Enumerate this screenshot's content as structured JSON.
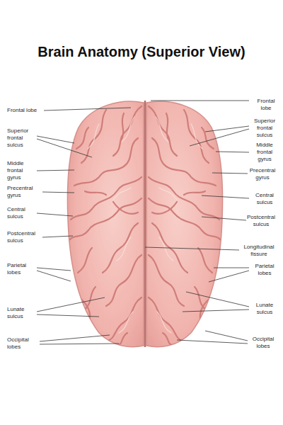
{
  "diagram": {
    "title": "Brain Anatomy (Superior View)",
    "labels": [
      "Frontal lobe",
      "Frontal lobe",
      "Superior frontal sulcus",
      "Superior frontal sulcus",
      "Middle frontal gyrus",
      "Middle frontal gyrus",
      "Precentral gyrus",
      "Precentral gyrus",
      "Central sulcus",
      "Central sulcus",
      "Postcentral sulcus",
      "Postcentral sulcus",
      "Longitudinal fissure",
      "Parietal lobes",
      "Parietal lobes",
      "Lunate sulcus",
      "Lunate sulcus",
      "Occipital lobes",
      "Occipital lobes"
    ]
  }
}
